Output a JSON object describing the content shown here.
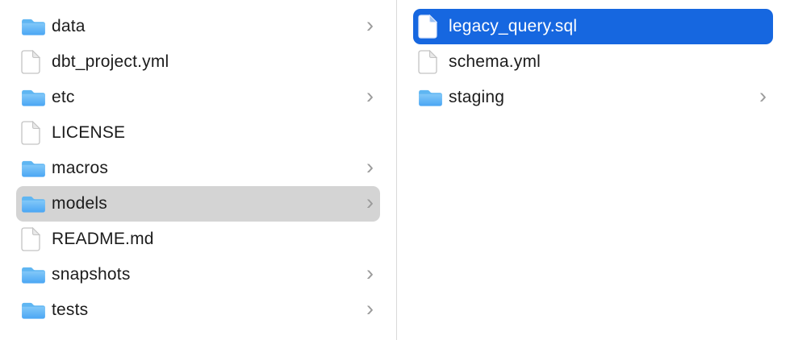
{
  "colors": {
    "selection_blue": "#1667e0",
    "selection_gray": "#d4d4d4"
  },
  "left_column": {
    "items": [
      {
        "label": "data",
        "type": "folder",
        "chevron": true,
        "selected": false
      },
      {
        "label": "dbt_project.yml",
        "type": "file",
        "chevron": false,
        "selected": false
      },
      {
        "label": "etc",
        "type": "folder",
        "chevron": true,
        "selected": false
      },
      {
        "label": "LICENSE",
        "type": "file",
        "chevron": false,
        "selected": false
      },
      {
        "label": "macros",
        "type": "folder",
        "chevron": true,
        "selected": false
      },
      {
        "label": "models",
        "type": "folder",
        "chevron": true,
        "selected": true
      },
      {
        "label": "README.md",
        "type": "file",
        "chevron": false,
        "selected": false
      },
      {
        "label": "snapshots",
        "type": "folder",
        "chevron": true,
        "selected": false
      },
      {
        "label": "tests",
        "type": "folder",
        "chevron": true,
        "selected": false
      }
    ]
  },
  "right_column": {
    "items": [
      {
        "label": "legacy_query.sql",
        "type": "file",
        "chevron": false,
        "selected": true
      },
      {
        "label": "schema.yml",
        "type": "file",
        "chevron": false,
        "selected": false
      },
      {
        "label": "staging",
        "type": "folder",
        "chevron": true,
        "selected": false
      }
    ]
  }
}
